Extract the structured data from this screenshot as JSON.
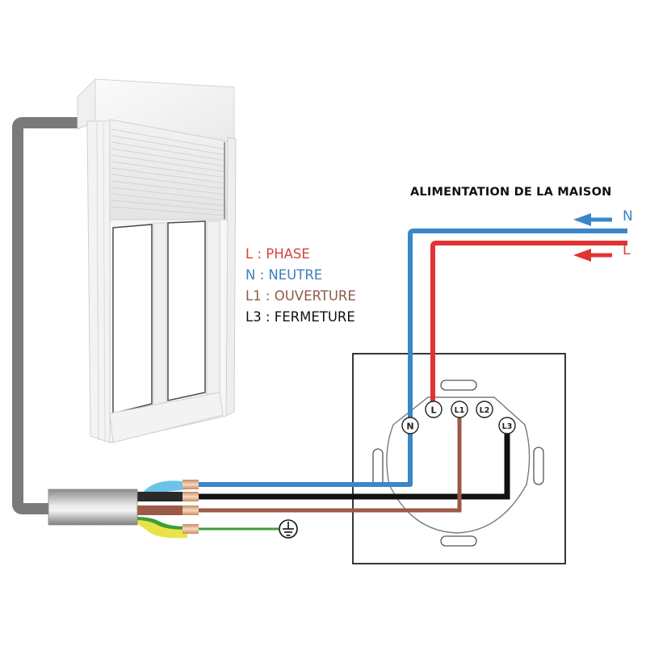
{
  "diagram": {
    "title": "ALIMENTATION DE LA MAISON",
    "colors": {
      "phase": "#e03434",
      "neutre": "#3a86c8",
      "ouverture": "#9b5a45",
      "fermeture": "#111111",
      "earth": "#3f9d3a",
      "sheath": "#7a7a7a"
    },
    "supply": {
      "neutral_label": "N",
      "phase_label": "L"
    },
    "legend": [
      {
        "text": "L : PHASE",
        "color": "#d9413b"
      },
      {
        "text": "N : NEUTRE",
        "color": "#3c7fc0"
      },
      {
        "text": "L1 : OUVERTURE",
        "color": "#8f5a48"
      },
      {
        "text": "L3 : FERMETURE",
        "color": "#111111"
      }
    ],
    "switch": {
      "terminals": [
        "N",
        "L",
        "L1",
        "L2",
        "L3"
      ]
    },
    "cable": {
      "conductors": [
        "blue",
        "black",
        "brown",
        "green-yellow"
      ],
      "earth_symbol": "earth-ground-icon"
    },
    "device": "roller-shutter-window"
  }
}
